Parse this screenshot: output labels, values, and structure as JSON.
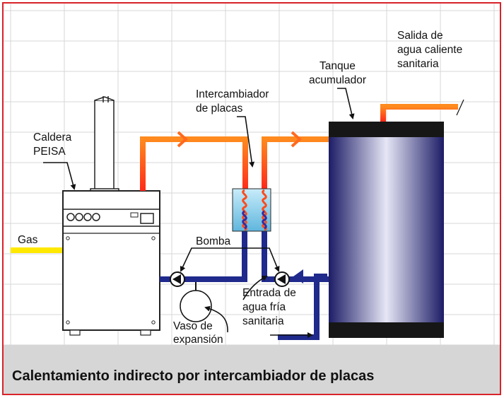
{
  "labels": {
    "caldera": [
      "Caldera",
      "PEISA"
    ],
    "gas": "Gas",
    "intercambiador": [
      "Intercambiador",
      "de placas"
    ],
    "tanque": [
      "Tanque",
      "acumulador"
    ],
    "salida": [
      "Salida de",
      "agua caliente",
      "sanitaria"
    ],
    "bomba": "Bomba",
    "vaso": [
      "Vaso de",
      "expansión"
    ],
    "entrada": [
      "Entrada de",
      "agua fría",
      "sanitaria"
    ]
  },
  "caption": "Calentamiento indirecto por intercambiador de placas",
  "colors": {
    "frame": "#d8232a",
    "hot_pipe_start": "#ff8a1e",
    "hot_pipe_end": "#ff2a1a",
    "cold_pipe": "#1f2a8c",
    "gas_pipe": "#ffe800",
    "tank_dark": "#1c1c66",
    "tank_light": "#e6e6f6",
    "caption_bar": "#d6d6d6",
    "grid": "#d7d7d7"
  }
}
